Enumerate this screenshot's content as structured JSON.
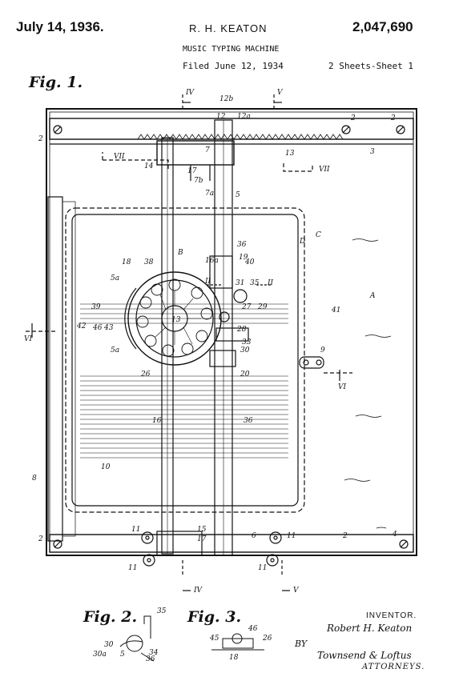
{
  "header": {
    "date": "July 14, 1936.",
    "inventor": "R. H. KEATON",
    "patent_number": "2,047,690",
    "title": "MUSIC TYPING MACHINE",
    "filed": "Filed June 12, 1934",
    "sheets": "2 Sheets-Sheet 1"
  },
  "figures": {
    "fig1": "Fig. 1.",
    "fig2": "Fig. 2.",
    "fig3": "Fig. 3."
  },
  "signature_block": {
    "inventor_label": "INVENTOR.",
    "inventor_signature": "Robert H. Keaton",
    "by": "BY",
    "attorney_signature": "Townsend & Loftus",
    "attorneys_label": "ATTORNEYS."
  },
  "reference_labels": {
    "fig1": [
      "12b",
      "IV",
      "V",
      "12",
      "12a",
      "2",
      "2",
      "2",
      "7",
      "14",
      "17",
      "7b",
      "13",
      "3",
      "VII",
      "VII",
      "7a",
      "5",
      "C",
      "D",
      "36",
      "B",
      "16a",
      "18",
      "38",
      "19",
      "40",
      "5a",
      "II",
      "31",
      "35",
      "II",
      "A",
      "39",
      "27",
      "29",
      "41",
      "42",
      "46",
      "43",
      "13",
      "28",
      "33",
      "VI",
      "5a",
      "30",
      "9",
      "VI",
      "26",
      "20",
      "16",
      "36",
      "8",
      "10",
      "11",
      "15",
      "17",
      "6",
      "11",
      "2",
      "2",
      "4",
      "11",
      "11",
      "IV",
      "V"
    ],
    "fig2": [
      "35",
      "30",
      "30a",
      "5",
      "36",
      "34"
    ],
    "fig3": [
      "46",
      "45",
      "26",
      "18"
    ]
  },
  "colors": {
    "ink": "#111111",
    "paper": "#ffffff"
  }
}
